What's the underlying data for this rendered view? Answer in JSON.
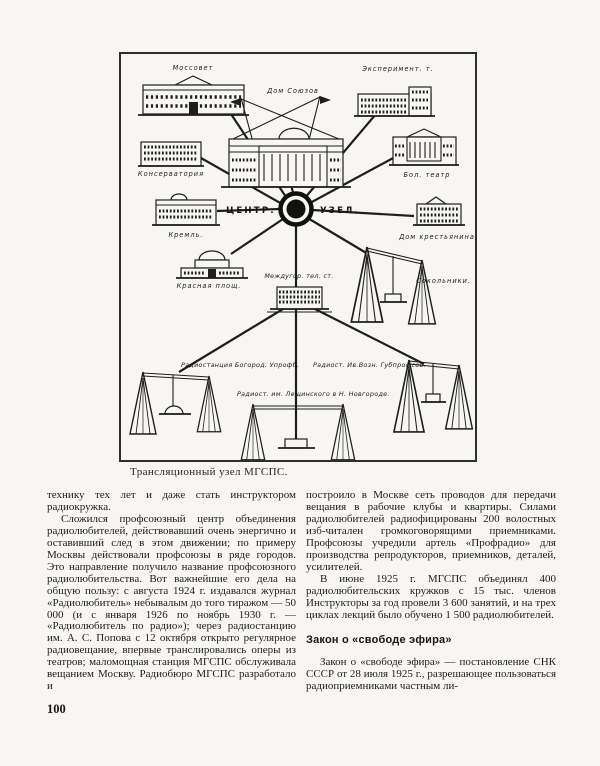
{
  "page": {
    "number": "100"
  },
  "figure": {
    "caption": "Трансляционный узел МГСПС.",
    "labels": {
      "mossovet": "Моссовет",
      "dom_soyuzov": "Дом Союзов",
      "experiment_theater": "Эксперимент. т.",
      "conservatory": "Консерватория",
      "bolshoi_theater": "Бол. театр",
      "kremlin": "Кремль.",
      "dom_krestyanina": "Дом крестьянина",
      "krasnaya_ploshchad": "Красная площ.",
      "sokolniki": "Сокольники.",
      "central_node_left": "ЦЕНТР.",
      "central_node_right": "УЗЕЛ.",
      "intercity_tel_station": "Междугор. тел. ст.",
      "radio_bogorodsk": "Радиостанция Богород. Упрофб.",
      "radio_iv_vozn": "Радиост. Ив.Возн. Губпрофсов.",
      "radio_leshchinsky": "Радиост. им. Лещинского в Н. Новгороде."
    }
  },
  "article": {
    "left_column": {
      "p1": "технику тех лет и даже стать инструктором радиокружка.",
      "p2": "Сложился профсоюзный центр объединения радиолюбителей, действовавший очень энергично и оставивший след в этом движении; по примеру Москвы действовали профсоюзы в ряде городов. Это направление получило название профсоюзного радиолюбительства. Вот важнейшие его дела на общую пользу: с августа 1924 г. издавался журнал «Радиолюбитель» небывалым до того тиражом — 50 000 (и с января 1926 по ноябрь 1930 г. — «Радиолюбитель по радио»); через радиостанцию им. А. С. Попова с 12 октября открыто регулярное радиовещание, впервые транслировались оперы из театров; маломощная станция МГСПС обслуживала вещанием Москву. Радиобюро МГСПС разработало и"
    },
    "right_column": {
      "p1": "построило в Москве сеть проводов для передачи вещания в рабочие клубы и квартиры. Силами радиолюбителей радиофицированы 200 волостных изб-читален громкоговорящими приемниками. Профсоюзы учредили артель «Профрадио» для производства репродукторов, приемников, деталей, усилителей.",
      "p2": "В июне 1925 г. МГСПС объединял 400 радиолюбительских кружков с 15 тыс. членов Инструкторы за год провели 3 600 занятий, и на трех циклах лекций было обучено 1 500 радиолюбителей.",
      "heading": "Закон о «свободе эфира»",
      "p3": "Закон о «свободе эфира» — постановление СНК СССР от 28 июля 1925 г., разрешающее пользоваться радиоприемниками частным ли-"
    }
  }
}
